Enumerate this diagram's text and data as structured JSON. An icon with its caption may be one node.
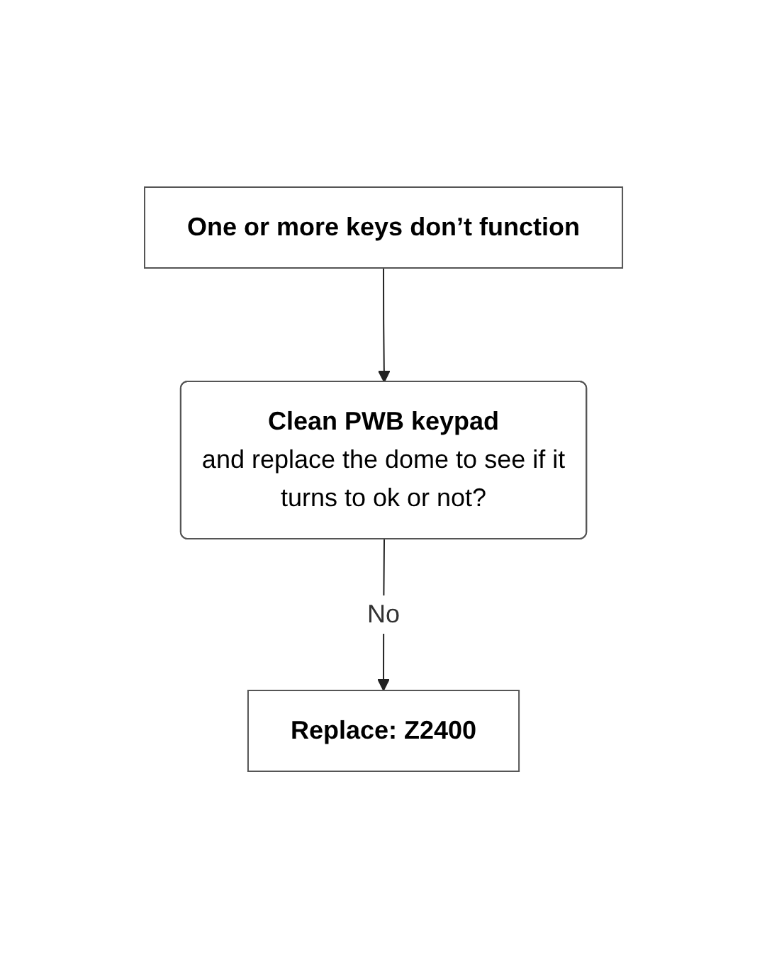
{
  "diagram": {
    "nodes": [
      {
        "text": [
          "One or more keys don’t function"
        ]
      },
      {
        "text": [
          "Clean PWB keypad",
          "and replace the dome to see if it turns to ok or not?"
        ]
      },
      {
        "text": [
          "Replace: Z2400"
        ]
      }
    ],
    "edges": [
      {
        "from": 0,
        "to": 1,
        "arrow": "to"
      },
      {
        "from": 1,
        "to": 2,
        "arrow": "to",
        "label": "No"
      }
    ]
  }
}
